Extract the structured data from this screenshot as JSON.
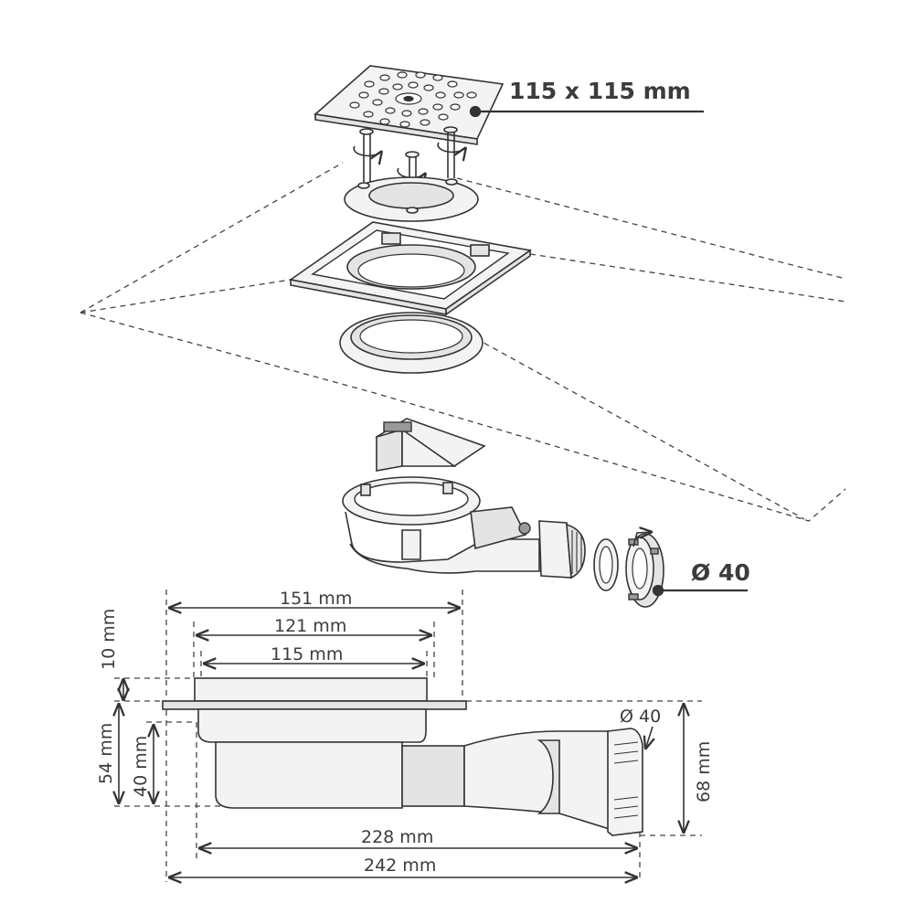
{
  "callouts": {
    "grate_size": "115 x 115 mm",
    "outlet_diameter_top": "Ø 40"
  },
  "dimensions": {
    "width_151": "151 mm",
    "width_121": "121 mm",
    "width_115": "115 mm",
    "height_10": "10 mm",
    "height_54": "54 mm",
    "height_40": "40 mm",
    "height_68": "68 mm",
    "outlet_diameter_side": "Ø 40",
    "length_228": "228 mm",
    "length_242": "242 mm"
  },
  "colors": {
    "line": "#333333",
    "text": "#3c3c3c",
    "fill_light": "#f3f3f3",
    "fill_mid": "#e4e4e4"
  }
}
